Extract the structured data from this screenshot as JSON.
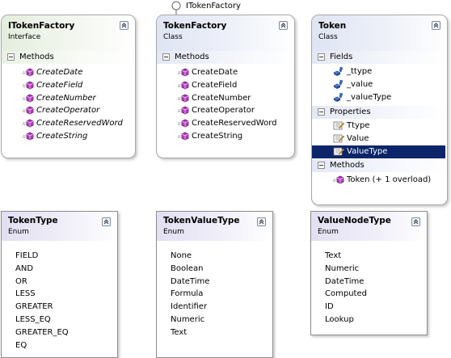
{
  "interface_label": "ITokenFactory",
  "itokenfactory": {
    "title": "ITokenFactory",
    "stereotype": "Interface",
    "methods_header": "Methods",
    "methods": [
      "CreateDate",
      "CreateField",
      "CreateNumber",
      "CreateOperator",
      "CreateReservedWord",
      "CreateString"
    ]
  },
  "tokenfactory": {
    "title": "TokenFactory",
    "stereotype": "Class",
    "methods_header": "Methods",
    "methods": [
      "CreateDate",
      "CreateField",
      "CreateNumber",
      "CreateOperator",
      "CreateReservedWord",
      "CreateString"
    ]
  },
  "token": {
    "title": "Token",
    "stereotype": "Class",
    "fields_header": "Fields",
    "fields": [
      "_ttype",
      "_value",
      "_valueType"
    ],
    "properties_header": "Properties",
    "properties": [
      "Ttype",
      "Value",
      "ValueType"
    ],
    "selected_property": "ValueType",
    "methods_header": "Methods",
    "methods": [
      "Token (+ 1 overload)"
    ]
  },
  "tokentype": {
    "title": "TokenType",
    "stereotype": "Enum",
    "values": [
      "FIELD",
      "AND",
      "OR",
      "LESS",
      "GREATER",
      "LESS_EQ",
      "GREATER_EQ",
      "EQ"
    ]
  },
  "tokenvaluetype": {
    "title": "TokenValueType",
    "stereotype": "Enum",
    "values": [
      "None",
      "Boolean",
      "DateTime",
      "Formula",
      "Identifier",
      "Numeric",
      "Text"
    ]
  },
  "valuenodetype": {
    "title": "ValueNodeType",
    "stereotype": "Enum",
    "values": [
      "Text",
      "Numeric",
      "DateTime",
      "Computed",
      "ID",
      "Lookup"
    ]
  },
  "colors": {
    "selection": "#0b246a",
    "method_icon": "#b43bbf",
    "interface_header": "#e4eedd",
    "class_header": "#dfe4f3",
    "enum_header": "#e2dff2"
  }
}
